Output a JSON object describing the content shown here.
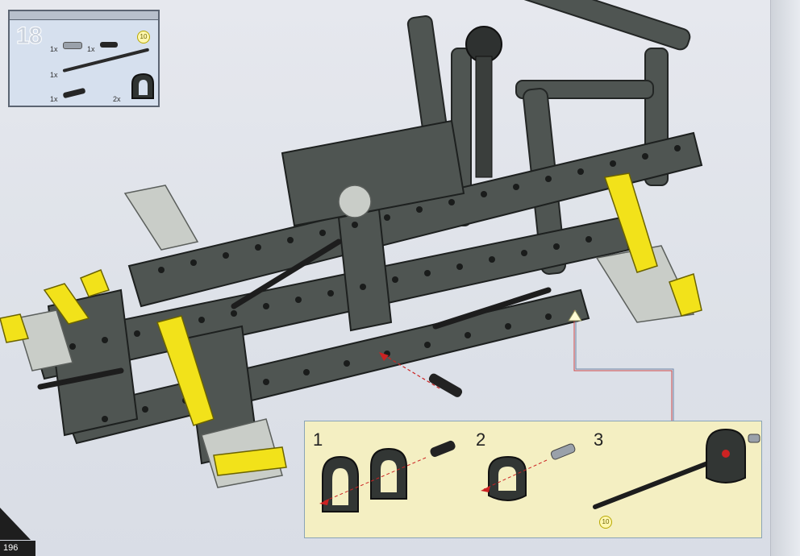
{
  "page": {
    "page_number": "196"
  },
  "parts_list": {
    "step_number": "18",
    "items": [
      {
        "qty": "1x",
        "icon": "grey-pin-with-bush"
      },
      {
        "qty": "1x",
        "icon": "black-friction-pin"
      },
      {
        "qty": "1x",
        "icon": "long-black-axle"
      },
      {
        "qty": "1x",
        "icon": "black-pin-long"
      },
      {
        "qty": "2x",
        "icon": "d-shaped-liftarm"
      }
    ],
    "axle_length_badge": "10"
  },
  "callout": {
    "substeps": [
      "1",
      "2",
      "3"
    ],
    "axle_length_badge": "10"
  },
  "colors": {
    "frame": "#4f5552",
    "accent": "#f2e21a",
    "callout_bg": "#f4efc2"
  }
}
